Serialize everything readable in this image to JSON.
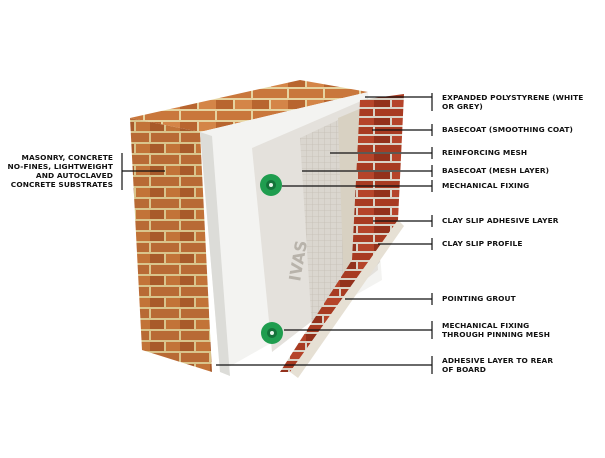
{
  "diagram": {
    "mesh_print": "IVAS",
    "colors": {
      "background": "#ffffff",
      "brick": "#c9773c",
      "brick_dark": "#a85a2a",
      "mortar": "#e9d9a8",
      "eps_board": "#f3f3f1",
      "basecoat": "#e4e1dc",
      "mesh": "#cfcac3",
      "clay_slip": "#a83b22",
      "grout": "#d9d2c6",
      "fixing": "#1f9d4f",
      "leader": "#111111"
    },
    "left_label": {
      "lines": [
        "MASONRY, CONCRETE",
        "NO-FINES, LIGHTWEIGHT",
        "AND AUTOCLAVED",
        "CONCRETE SUBSTRATES"
      ]
    },
    "right_labels": [
      {
        "lines": [
          "EXPANDED POLYSTYRENE (WHITE",
          "OR GREY)"
        ]
      },
      {
        "lines": [
          "BASECOAT (SMOOTHING COAT)"
        ]
      },
      {
        "lines": [
          "REINFORCING MESH"
        ]
      },
      {
        "lines": [
          "BASECOAT (MESH LAYER)"
        ]
      },
      {
        "lines": [
          "MECHANICAL FIXING"
        ]
      },
      {
        "lines": [
          "CLAY SLIP ADHESIVE LAYER"
        ]
      },
      {
        "lines": [
          "CLAY SLIP PROFILE"
        ]
      },
      {
        "lines": [
          "POINTING GROUT"
        ]
      },
      {
        "lines": [
          "MECHANICAL FIXING",
          "THROUGH PINNING MESH"
        ]
      },
      {
        "lines": [
          "ADHESIVE LAYER TO REAR",
          "OF BOARD"
        ]
      }
    ]
  }
}
